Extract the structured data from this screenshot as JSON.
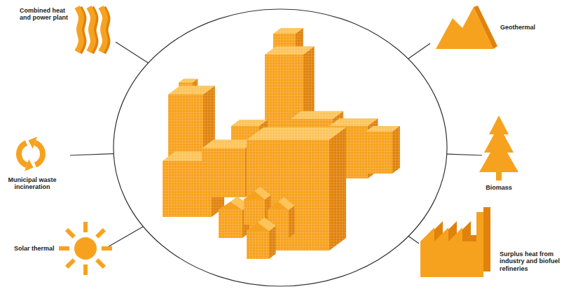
{
  "diagram": {
    "labels": [
      "Combined heat and power plant",
      "Geothermal",
      "Municipal waste incineration",
      "Biomass",
      "Solar thermal",
      "Surplus heat from industry and biofuel refineries"
    ]
  }
}
